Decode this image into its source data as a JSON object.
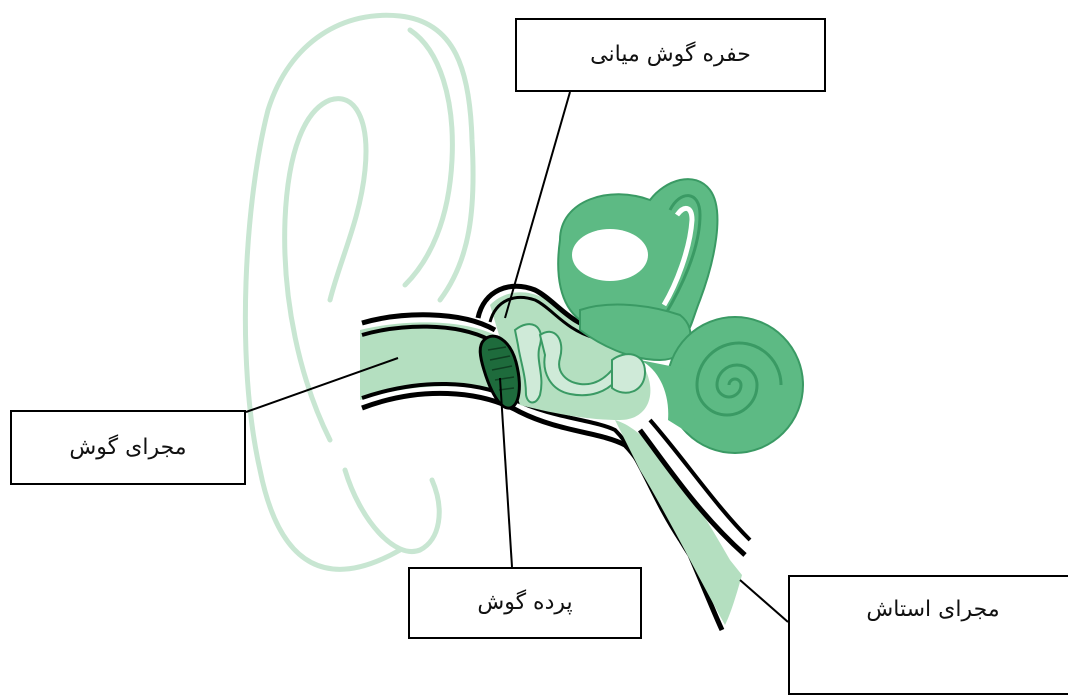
{
  "diagram": {
    "labels": {
      "middle_ear_cavity": "حفره گوش میانی",
      "ear_canal": "مجرای گوش",
      "eardrum": "پرده گوش",
      "eustachian_tube": "مجرای استاش"
    },
    "colors": {
      "outer_ear": "#c8e6d2",
      "canal_fill": "#b4dfc0",
      "inner_ear": "#5dba84",
      "inner_ear_dark": "#3a9a64",
      "eardrum": "#1e6b3c",
      "ossicles": "#cfead8",
      "outline": "#000000"
    }
  }
}
